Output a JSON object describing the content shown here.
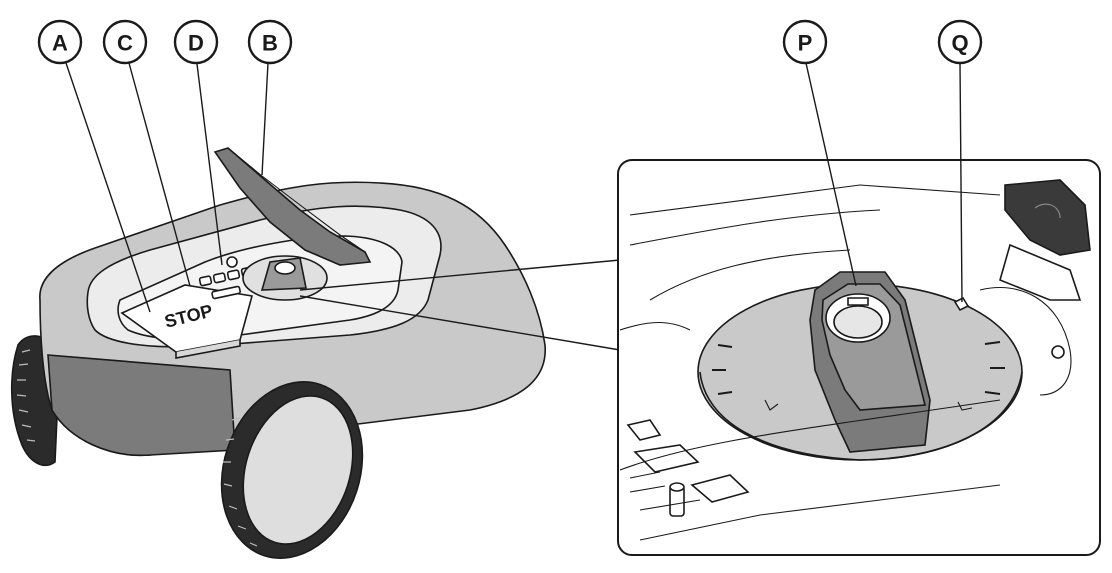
{
  "figure": {
    "callouts": [
      {
        "id": "A",
        "label": "A"
      },
      {
        "id": "C",
        "label": "C"
      },
      {
        "id": "D",
        "label": "D"
      },
      {
        "id": "B",
        "label": "B"
      },
      {
        "id": "P",
        "label": "P"
      },
      {
        "id": "Q",
        "label": "Q"
      }
    ],
    "stop_button_text": "STOP",
    "colors": {
      "body_gray": "#c9c9c9",
      "panel_light": "#ececec",
      "dark_gray": "#7b7b7b",
      "tire_black": "#2b2b2b",
      "line": "#1a1a1a"
    }
  }
}
